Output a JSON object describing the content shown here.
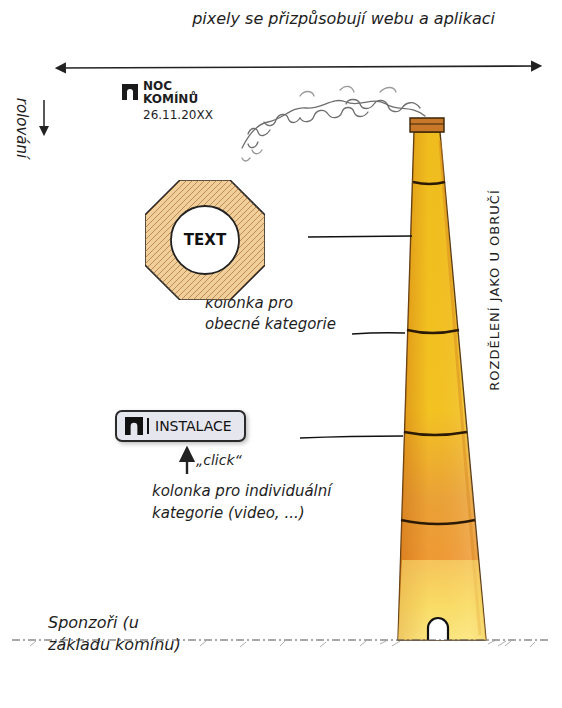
{
  "diagram": {
    "nodes": [
      {
        "text": [
          "TEXT"
        ]
      },
      {
        "text": [
          "INSTALACE"
        ]
      }
    ],
    "labels": [
      "pixely se přizpůsobují webu a aplikaci",
      "rolování",
      "NOC KOMÍNŮ",
      "26.11.20XX",
      "kolonka pro obecné kategorie",
      "„click“",
      "kolonka pro individuální kategorie (video, ...)",
      "ROZDĚLENÍ JAKO U OBRUČÍ",
      "Sponzoři (u základu komínu)"
    ]
  }
}
